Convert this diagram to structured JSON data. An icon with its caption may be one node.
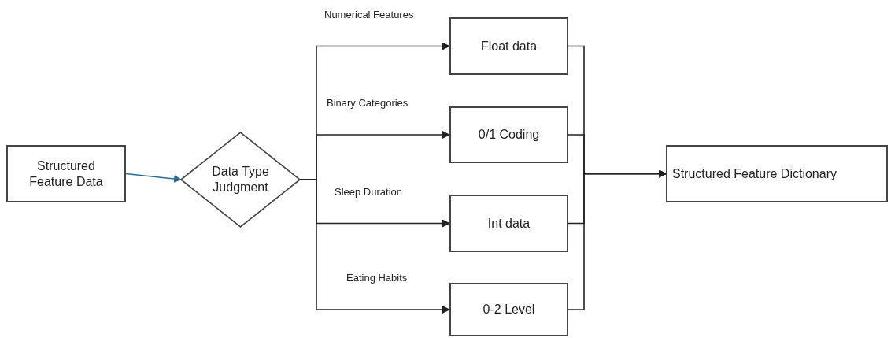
{
  "diagram": {
    "nodes": [
      {
        "text": [
          "Structured Feature Data"
        ]
      },
      {
        "text": [
          "Data Type Judgment"
        ]
      },
      {
        "text": [
          "Float data"
        ]
      },
      {
        "text": [
          "0/1 Coding"
        ]
      },
      {
        "text": [
          "Int data"
        ]
      },
      {
        "text": [
          "0-2 Level"
        ]
      },
      {
        "text": [
          "Structured Feature Dictionary"
        ]
      }
    ],
    "edges": [
      {
        "from": 0,
        "to": 1,
        "arrow": "to",
        "color": "#2e6b8f"
      },
      {
        "from": 1,
        "to": 2,
        "arrow": "to",
        "label": "Numerical Features"
      },
      {
        "from": 1,
        "to": 3,
        "arrow": "to",
        "label": "Binary Categories"
      },
      {
        "from": 1,
        "to": 4,
        "arrow": "to",
        "label": "Sleep Duration"
      },
      {
        "from": 1,
        "to": 5,
        "arrow": "to",
        "label": "Eating Habits"
      },
      {
        "from": 2,
        "to": 6,
        "arrow": "to"
      },
      {
        "from": 3,
        "to": 6,
        "arrow": "to"
      },
      {
        "from": 4,
        "to": 6,
        "arrow": "to"
      },
      {
        "from": 5,
        "to": 6,
        "arrow": "to"
      }
    ]
  }
}
